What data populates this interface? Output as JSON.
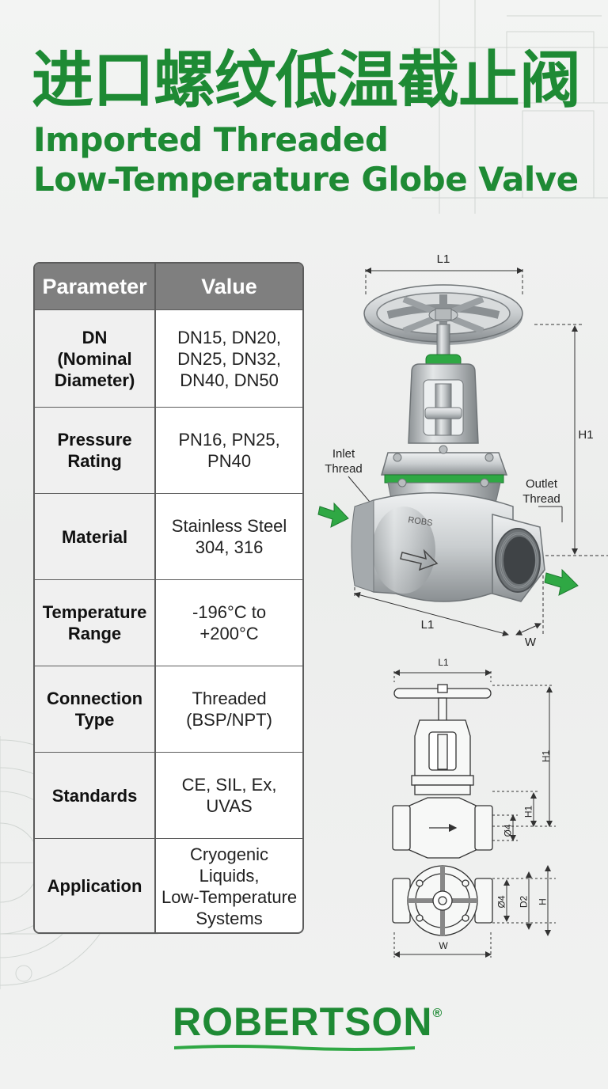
{
  "title": {
    "chinese": "进口螺纹低温截止阀",
    "english_line1": "Imported Threaded",
    "english_line2": "Low-Temperature Globe Valve"
  },
  "table": {
    "header": {
      "parameter": "Parameter",
      "value": "Value"
    },
    "rows": [
      {
        "parameter": "DN\n(Nominal\nDiameter)",
        "value": "DN15, DN20,\nDN25, DN32,\nDN40, DN50"
      },
      {
        "parameter": "Pressure\nRating",
        "value": "PN16, PN25,\nPN40"
      },
      {
        "parameter": "Material",
        "value": "Stainless Steel\n304, 316"
      },
      {
        "parameter": "Temperature\nRange",
        "value": "-196°C to +200°C"
      },
      {
        "parameter": "Connection\nType",
        "value": "Threaded\n(BSP/NPT)"
      },
      {
        "parameter": "Standards",
        "value": "CE, SIL, Ex, UVAS"
      },
      {
        "parameter": "Application",
        "value": "Cryogenic Liquids,\nLow-Temperature\nSystems"
      }
    ]
  },
  "drawing": {
    "main": {
      "l1_top": "L1",
      "h1": "H1",
      "inlet": "Inlet\nThread",
      "outlet": "Outlet\nThread",
      "l1_bottom": "L1",
      "w": "W",
      "body_mark": "ROBS"
    },
    "schematic": {
      "l1": "L1",
      "h1": "H1",
      "h1_small": "H1",
      "d4": "Ø4",
      "d4_plan": "Ø4",
      "d2": "D2",
      "h": "H",
      "w": "W"
    }
  },
  "brand": {
    "name": "ROBERTSON",
    "mark": "®"
  },
  "colors": {
    "brand_green": "#1e8a34",
    "arrow_green": "#2fa844",
    "header_gray": "#7f7f7f"
  }
}
